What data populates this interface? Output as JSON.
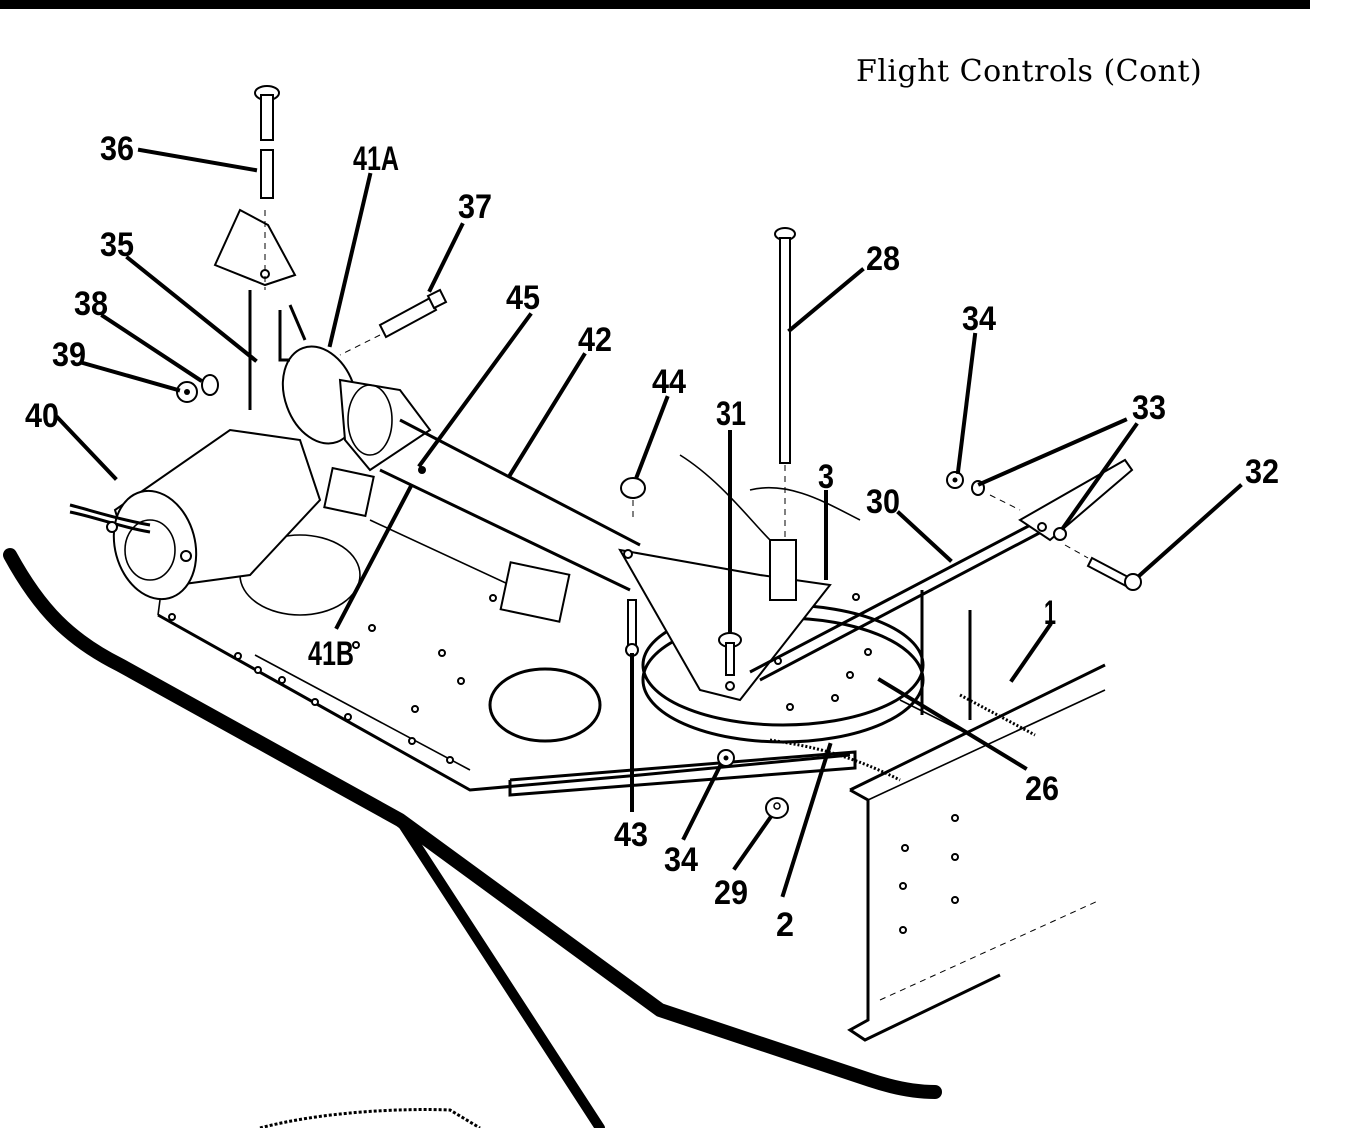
{
  "page": {
    "title": "Flight Controls (Cont)"
  },
  "callouts": [
    {
      "id": "c36",
      "label": "36"
    },
    {
      "id": "c41a",
      "label": "41A"
    },
    {
      "id": "c37",
      "label": "37"
    },
    {
      "id": "c35",
      "label": "35"
    },
    {
      "id": "c38",
      "label": "38"
    },
    {
      "id": "c39",
      "label": "39"
    },
    {
      "id": "c40",
      "label": "40"
    },
    {
      "id": "c45",
      "label": "45"
    },
    {
      "id": "c42",
      "label": "42"
    },
    {
      "id": "c44",
      "label": "44"
    },
    {
      "id": "c31",
      "label": "31"
    },
    {
      "id": "c28",
      "label": "28"
    },
    {
      "id": "c3",
      "label": "3"
    },
    {
      "id": "c30",
      "label": "30"
    },
    {
      "id": "c34a",
      "label": "34"
    },
    {
      "id": "c33",
      "label": "33"
    },
    {
      "id": "c32",
      "label": "32"
    },
    {
      "id": "c1",
      "label": "1"
    },
    {
      "id": "c41b",
      "label": "41B"
    },
    {
      "id": "c43",
      "label": "43"
    },
    {
      "id": "c34b",
      "label": "34"
    },
    {
      "id": "c29",
      "label": "29"
    },
    {
      "id": "c2",
      "label": "2"
    },
    {
      "id": "c26",
      "label": "26"
    }
  ]
}
